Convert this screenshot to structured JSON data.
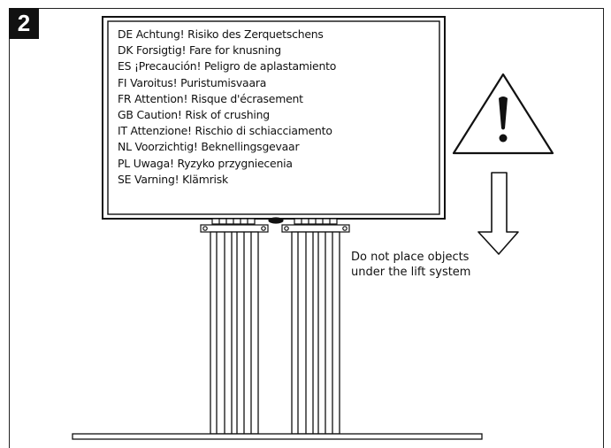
{
  "step_number": "2",
  "warnings": [
    "DE Achtung! Risiko des Zerquetschens",
    "DK Forsigtig! Fare for knusning",
    "ES ¡Precaución! Peligro de aplastamiento",
    "FI Varoitus! Puristumisvaara",
    "FR Attention! Risque d'écrasement",
    "GB Caution! Risk of crushing",
    "IT Attenzione! Rischio di schiacciamento",
    "NL Voorzichtig! Beknellingsgevaar",
    "PL Uwaga! Ryzyko przygniecenia",
    "SE Varning! Klämrisk"
  ],
  "notice": {
    "line1": "Do not place objects",
    "line2": "under the lift system"
  },
  "icons": {
    "hazard": "warning-triangle-icon",
    "direction": "down-arrow-icon"
  }
}
